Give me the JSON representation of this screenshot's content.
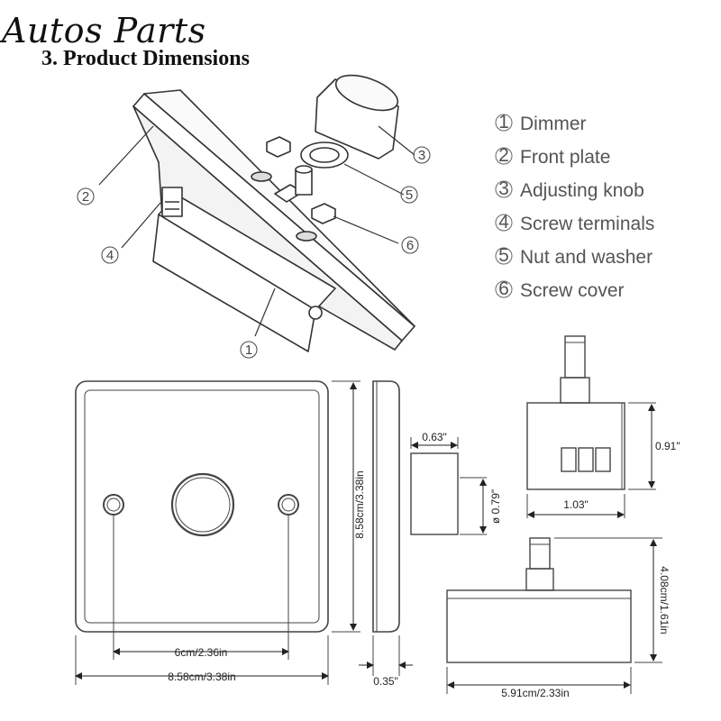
{
  "brand": "Autos Parts",
  "title": "3. Product Dimensions",
  "legend": [
    {
      "num": "1",
      "label": "Dimmer"
    },
    {
      "num": "2",
      "label": "Front plate"
    },
    {
      "num": "3",
      "label": "Adjusting knob"
    },
    {
      "num": "4",
      "label": "Screw terminals"
    },
    {
      "num": "5",
      "label": "Nut and washer"
    },
    {
      "num": "6",
      "label": "Screw cover"
    }
  ],
  "dimensions": {
    "plate_height": "8.58cm/3.38in",
    "plate_width": "8.58cm/3.38in",
    "hole_spacing": "6cm/2.36in",
    "plate_thickness": "0.35\"",
    "knob_width": "0.63\"",
    "knob_diameter": "ø 0.79\"",
    "body_height": "0.91\"",
    "body_width": "1.03\"",
    "body_total_height": "4.08cm/1.61in",
    "body_total_width": "5.91cm/2.33in"
  }
}
